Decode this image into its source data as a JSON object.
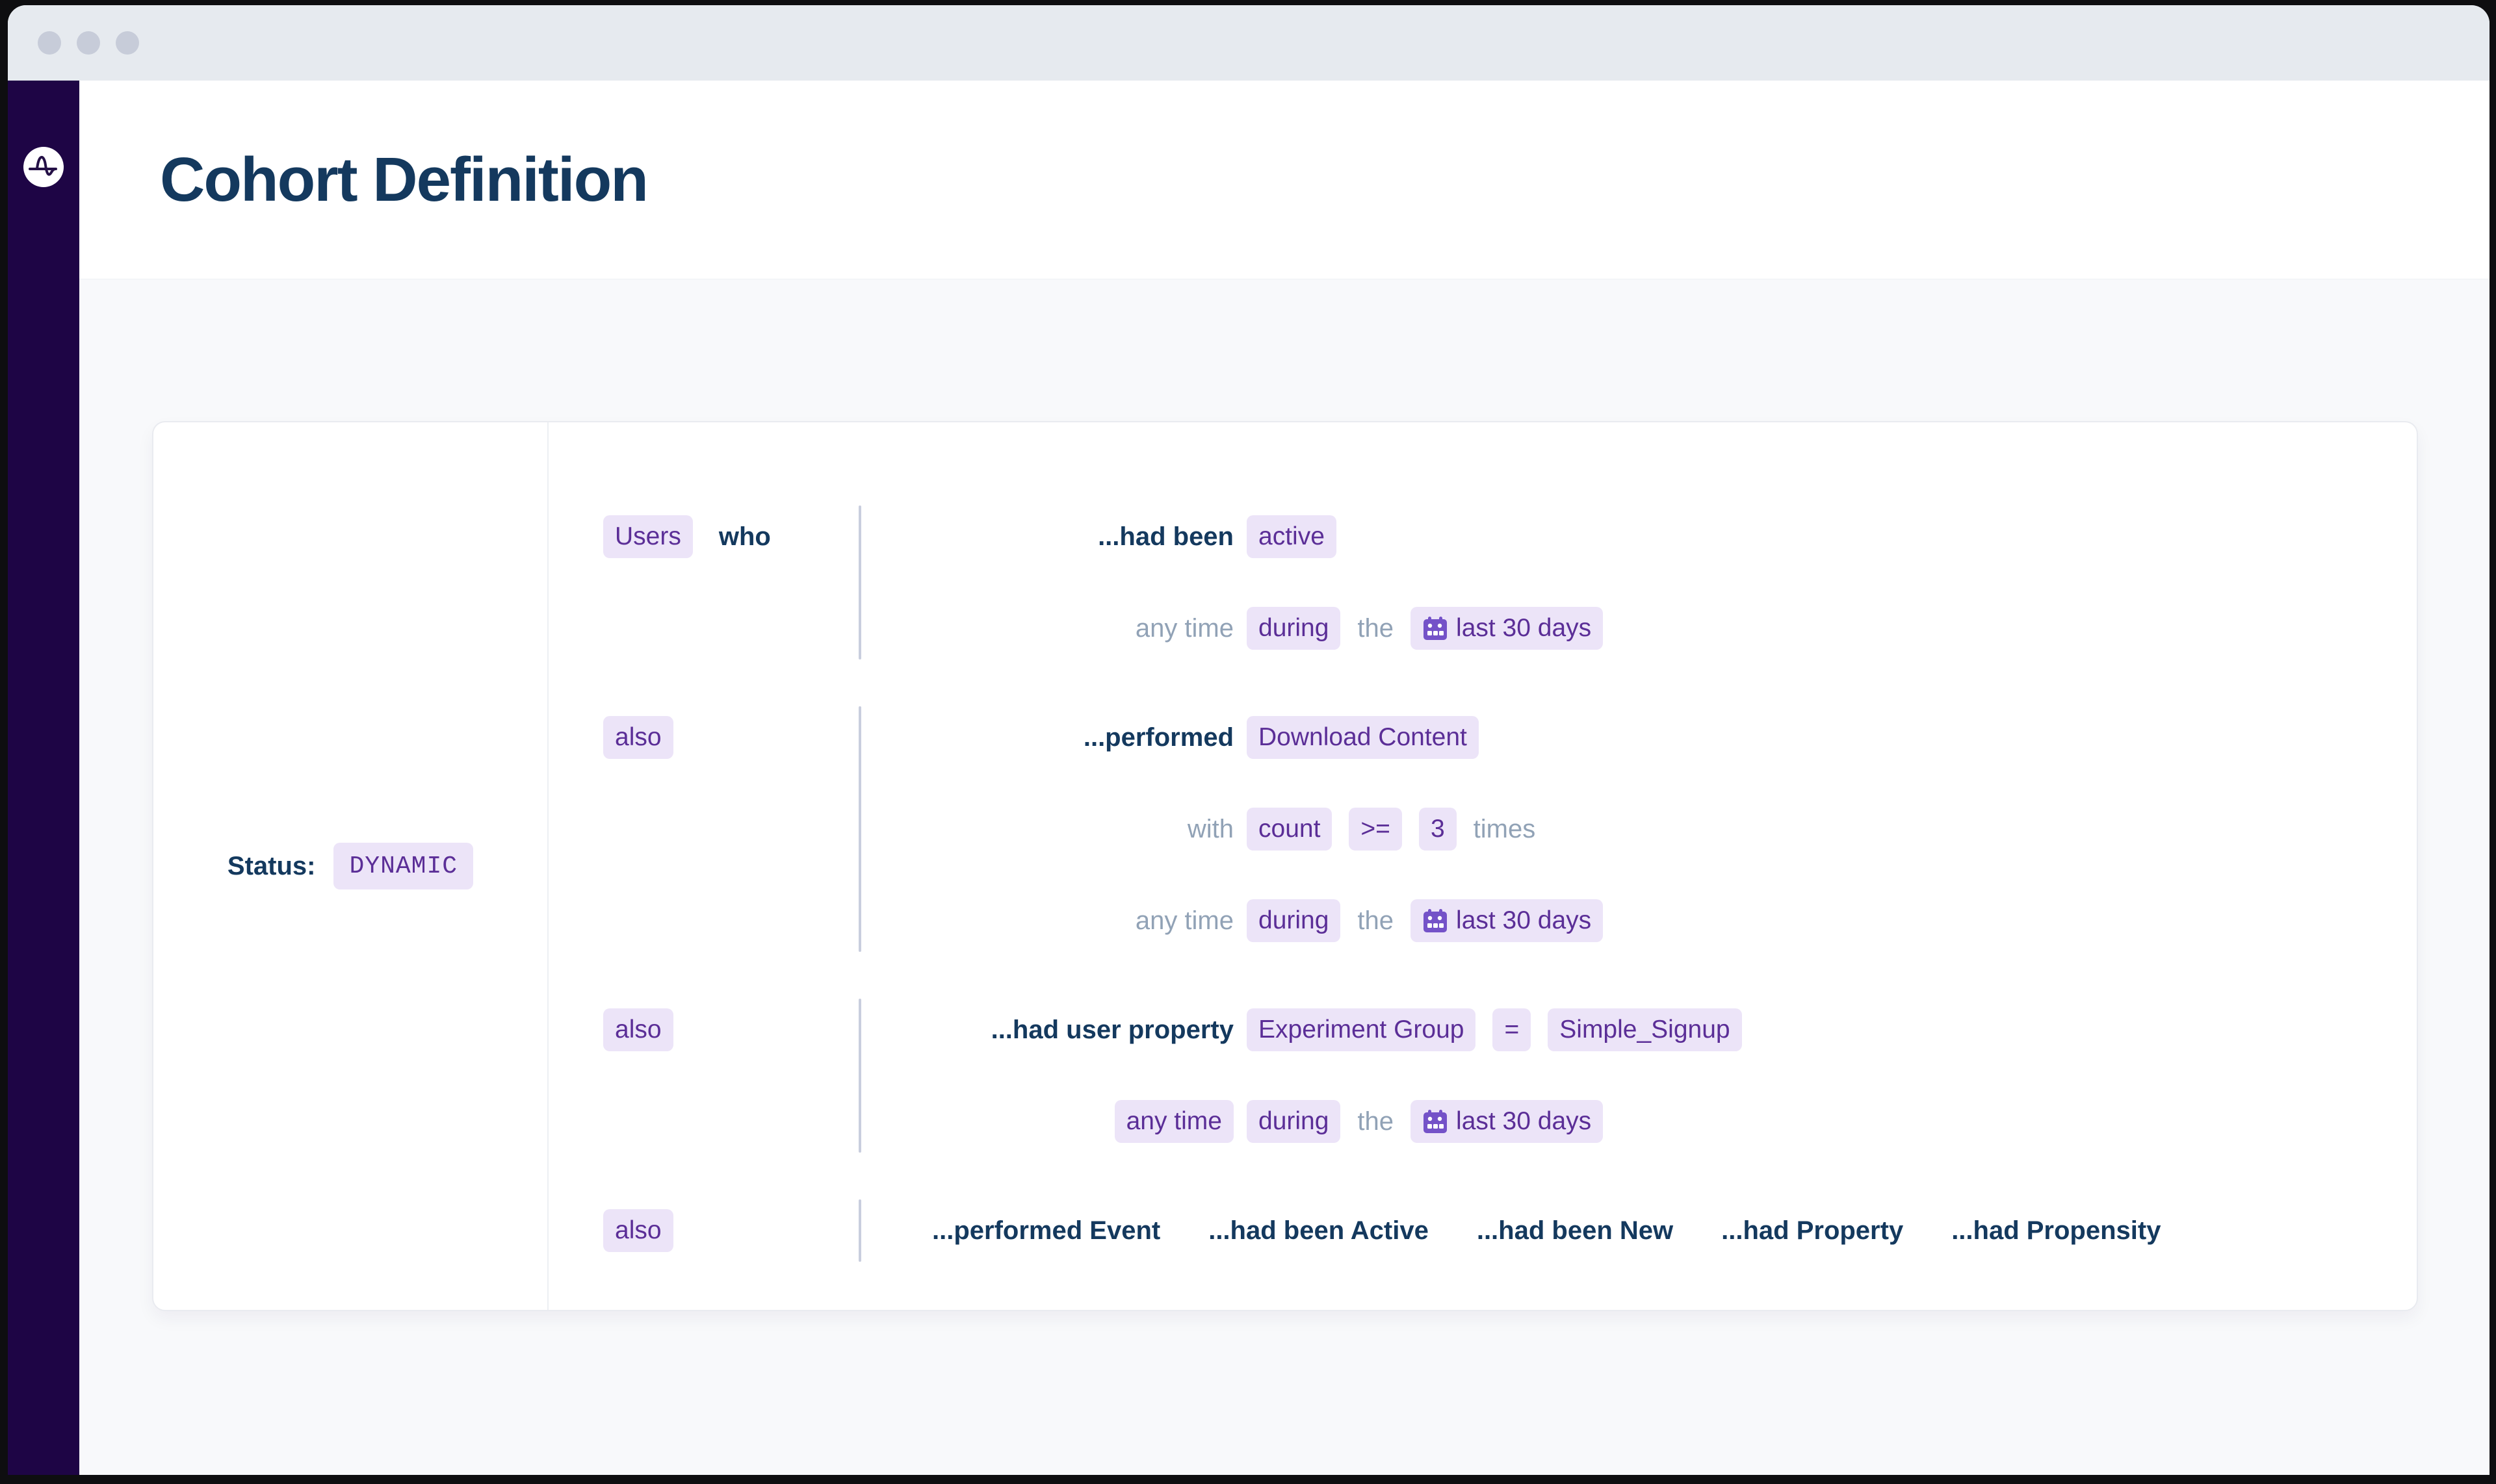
{
  "colors": {
    "navy": "#14395e",
    "muted": "#91a2b6",
    "chip-bg": "#ece4f8",
    "chip-text": "#5b2e97",
    "sidebar-bg": "#1e0545",
    "titlebar-bg": "#e6eaef",
    "traffic-dot": "#c7ccd9",
    "page-bg": "#f8f9fb",
    "divider": "#c9cede",
    "calendar-icon": "#7452c8"
  },
  "header": {
    "title": "Cohort Definition"
  },
  "sidebar": {
    "logo": "amplitude-logo"
  },
  "panel": {
    "status_label": "Status:",
    "status_value": "DYNAMIC",
    "rules": [
      {
        "prefix": {
          "chip": "Users",
          "text": "who"
        },
        "lines": [
          {
            "left": [
              {
                "type": "bold",
                "text": "...had been"
              }
            ],
            "right": [
              {
                "type": "chip",
                "text": "active"
              }
            ]
          },
          {
            "left": [
              {
                "type": "gray",
                "text": "any time"
              }
            ],
            "right": [
              {
                "type": "chip",
                "text": "during"
              },
              {
                "type": "gray",
                "text": "the"
              },
              {
                "type": "chip-cal",
                "text": "last 30 days"
              }
            ]
          }
        ]
      },
      {
        "prefix": {
          "chip": "also"
        },
        "lines": [
          {
            "left": [
              {
                "type": "bold",
                "text": "...performed"
              }
            ],
            "right": [
              {
                "type": "chip",
                "text": "Download Content"
              }
            ]
          },
          {
            "left": [
              {
                "type": "gray",
                "text": "with"
              }
            ],
            "right": [
              {
                "type": "chip",
                "text": "count"
              },
              {
                "type": "chip",
                "text": ">="
              },
              {
                "type": "chip",
                "text": "3"
              },
              {
                "type": "gray",
                "text": "times"
              }
            ]
          },
          {
            "left": [
              {
                "type": "gray",
                "text": "any time"
              }
            ],
            "right": [
              {
                "type": "chip",
                "text": "during"
              },
              {
                "type": "gray",
                "text": "the"
              },
              {
                "type": "chip-cal",
                "text": "last 30 days"
              }
            ]
          }
        ]
      },
      {
        "prefix": {
          "chip": "also"
        },
        "lines": [
          {
            "left": [
              {
                "type": "bold",
                "text": "...had user property"
              }
            ],
            "right": [
              {
                "type": "chip",
                "text": "Experiment Group"
              },
              {
                "type": "chip",
                "text": "="
              },
              {
                "type": "chip",
                "text": "Simple_Signup"
              }
            ]
          },
          {
            "left": [
              {
                "type": "chip",
                "text": "any time"
              }
            ],
            "right": [
              {
                "type": "chip",
                "text": "during"
              },
              {
                "type": "gray",
                "text": "the"
              },
              {
                "type": "chip-cal",
                "text": "last 30 days"
              }
            ]
          }
        ]
      },
      {
        "prefix": {
          "chip": "also"
        },
        "options": [
          "...performed Event",
          "...had been Active",
          "...had been New",
          "...had Property",
          "...had Propensity"
        ]
      }
    ]
  }
}
